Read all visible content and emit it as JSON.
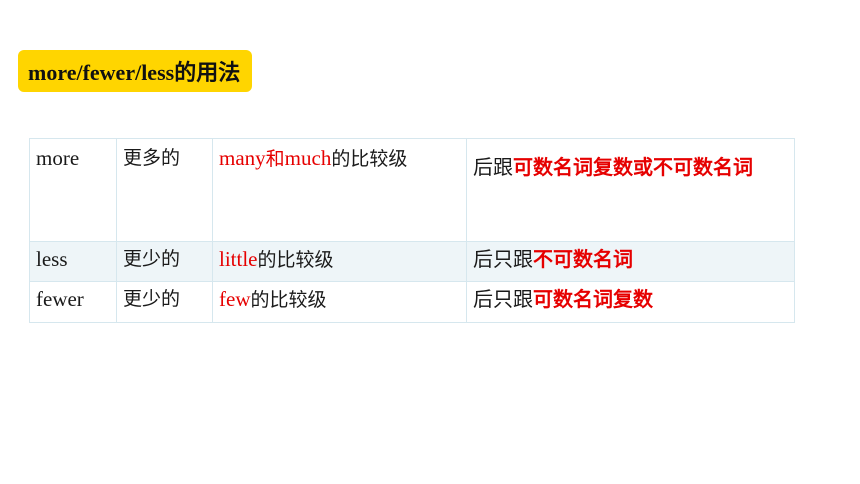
{
  "title": "more/fewer/less的用法",
  "rows": [
    {
      "word": "more",
      "meaning": "更多的",
      "comparative": {
        "w1": "many",
        "mid": "和",
        "w2": "much",
        "tail": "的比较级"
      },
      "usage": {
        "prefix": "后跟",
        "emphasis": "可数名词复数或不可数名词"
      }
    },
    {
      "word": "less",
      "meaning": "更少的",
      "comparative": {
        "w1": "little",
        "tail": "的比较级"
      },
      "usage": {
        "prefix": "后只跟",
        "emphasis": "不可数名词"
      }
    },
    {
      "word": "fewer",
      "meaning": "更少的",
      "comparative": {
        "w1": "few",
        "tail": "的比较级"
      },
      "usage": {
        "prefix": "后只跟",
        "emphasis": "可数名词复数"
      }
    }
  ],
  "colors": {
    "badge": "#ffd500",
    "emphasis": "#e60000",
    "border": "#d6e7ee",
    "stripe": "#eef5f8"
  }
}
